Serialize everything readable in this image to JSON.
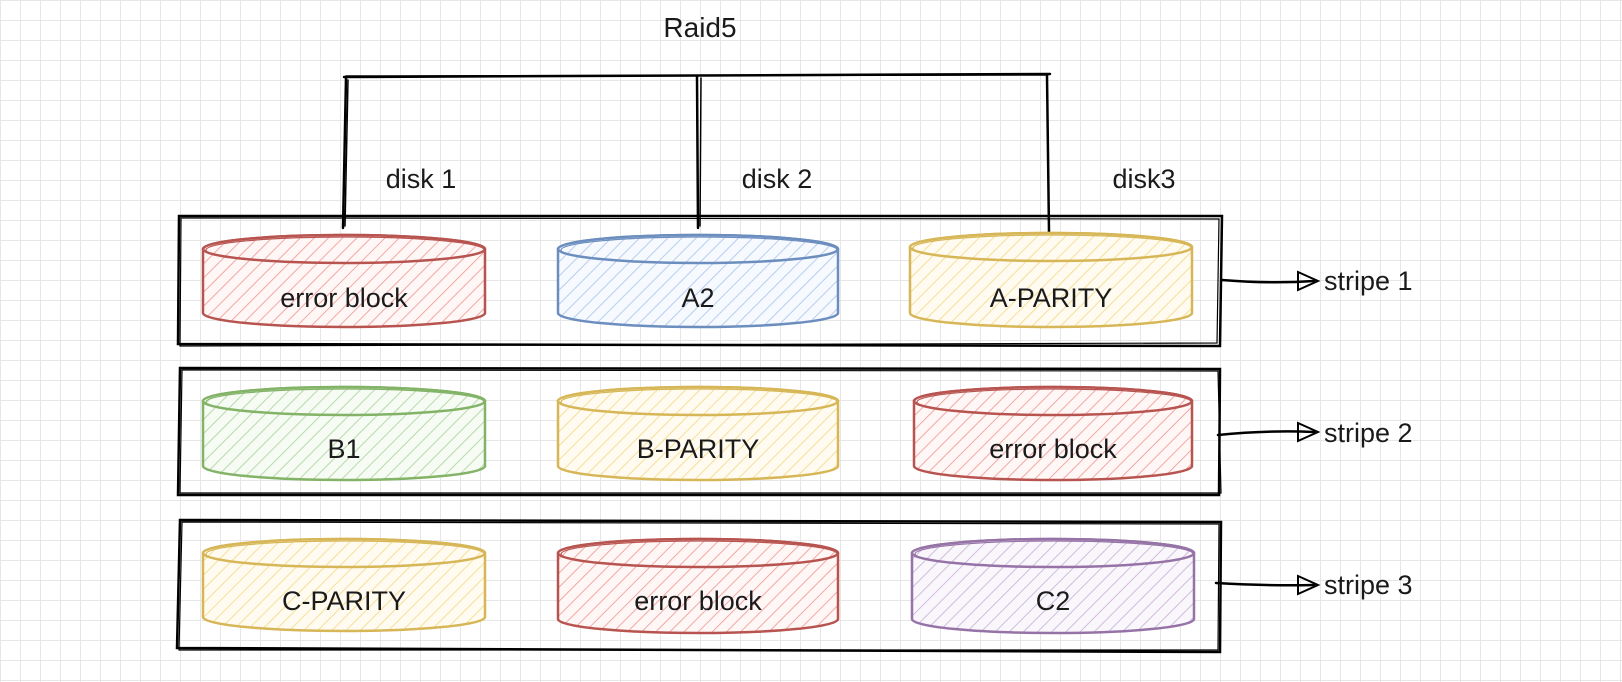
{
  "title": "Raid5",
  "colors": {
    "red": "#b85450",
    "red_fill": "#f8cecc",
    "blue": "#6c8ebf",
    "blue_fill": "#dae8fc",
    "yellow": "#d6b656",
    "yellow_fill": "#fff2cc",
    "green": "#82b366",
    "green_fill": "#d5e8d4",
    "purple": "#9673a6",
    "purple_fill": "#e1d5e7",
    "line": "#000000"
  },
  "disks": [
    "disk 1",
    "disk 2",
    "disk3"
  ],
  "stripes": [
    {
      "label": "stripe 1",
      "blocks": [
        {
          "label": "error block",
          "color": "red"
        },
        {
          "label": "A2",
          "color": "blue"
        },
        {
          "label": "A-PARITY",
          "color": "yellow"
        }
      ]
    },
    {
      "label": "stripe 2",
      "blocks": [
        {
          "label": "B1",
          "color": "green"
        },
        {
          "label": "B-PARITY",
          "color": "yellow"
        },
        {
          "label": "error block",
          "color": "red"
        }
      ]
    },
    {
      "label": "stripe 3",
      "blocks": [
        {
          "label": "C-PARITY",
          "color": "yellow"
        },
        {
          "label": "error block",
          "color": "red"
        },
        {
          "label": "C2",
          "color": "purple"
        }
      ]
    }
  ]
}
